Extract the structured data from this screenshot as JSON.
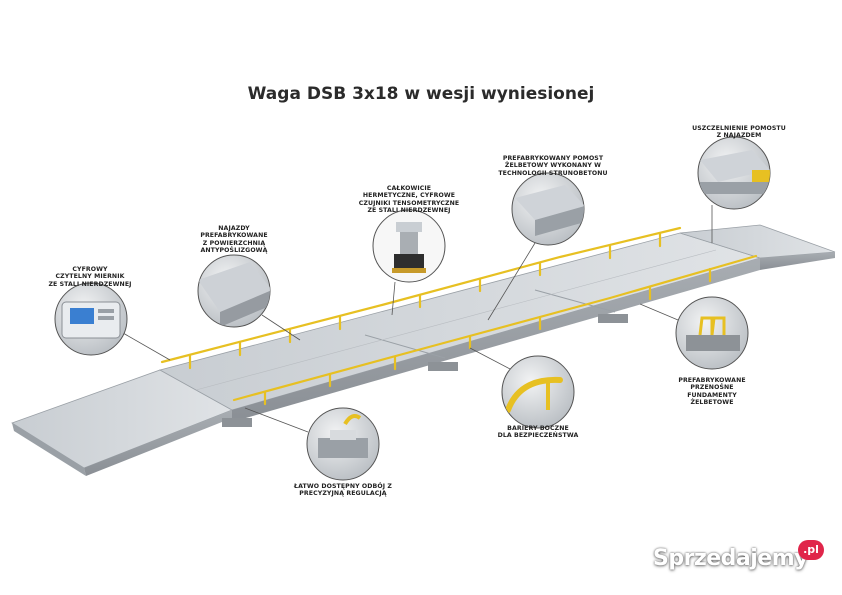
{
  "title": "Waga DSB 3x18 w wesji wyniesionej",
  "labels": {
    "meter": [
      "CYFROWY",
      "CZYTELNY MIERNIK",
      "ZE STALI NIERDZEWNEJ"
    ],
    "ramps": [
      "NAJAZDY",
      "PREFABRYKOWANE",
      "Z POWIERZCHNIĄ",
      "ANTYPOŚLIZGOWĄ"
    ],
    "load_cells": [
      "CAŁKOWICIE",
      "HERMETYCZNE, CYFROWE",
      "CZUJNIKI TENSOMETRYCZNE",
      "ZE STALI NIERDZEWNEJ"
    ],
    "deck": [
      "PREFABRYKOWANY POMOST",
      "ŻELBETOWY WYKONANY W",
      "TECHNOLOGII STRUNOBETONU"
    ],
    "seal": [
      "USZCZELNIENIE POMOSTU",
      "Z NAJAZDEM"
    ],
    "barriers": [
      "BARIERY BOCZNE",
      "DLA BEZPIECZEŃSTWA"
    ],
    "foundations": [
      "PREFABRYKOWANE",
      "PRZENOŚNE",
      "FUNDAMENTY",
      "ŻELBETOWE"
    ],
    "adjust": [
      "ŁATWO DOSTĘPNY ODBÓJ Z",
      "PRECYZYJNĄ REGULACJĄ"
    ]
  },
  "watermark": {
    "text": "Sprzedajemy",
    "badge": ".pl"
  },
  "colors": {
    "concrete_top": "#cfd3d8",
    "concrete_side": "#9aa0a6",
    "rail": "#e7c022",
    "leader": "#555555",
    "badge": "#e0254a"
  }
}
